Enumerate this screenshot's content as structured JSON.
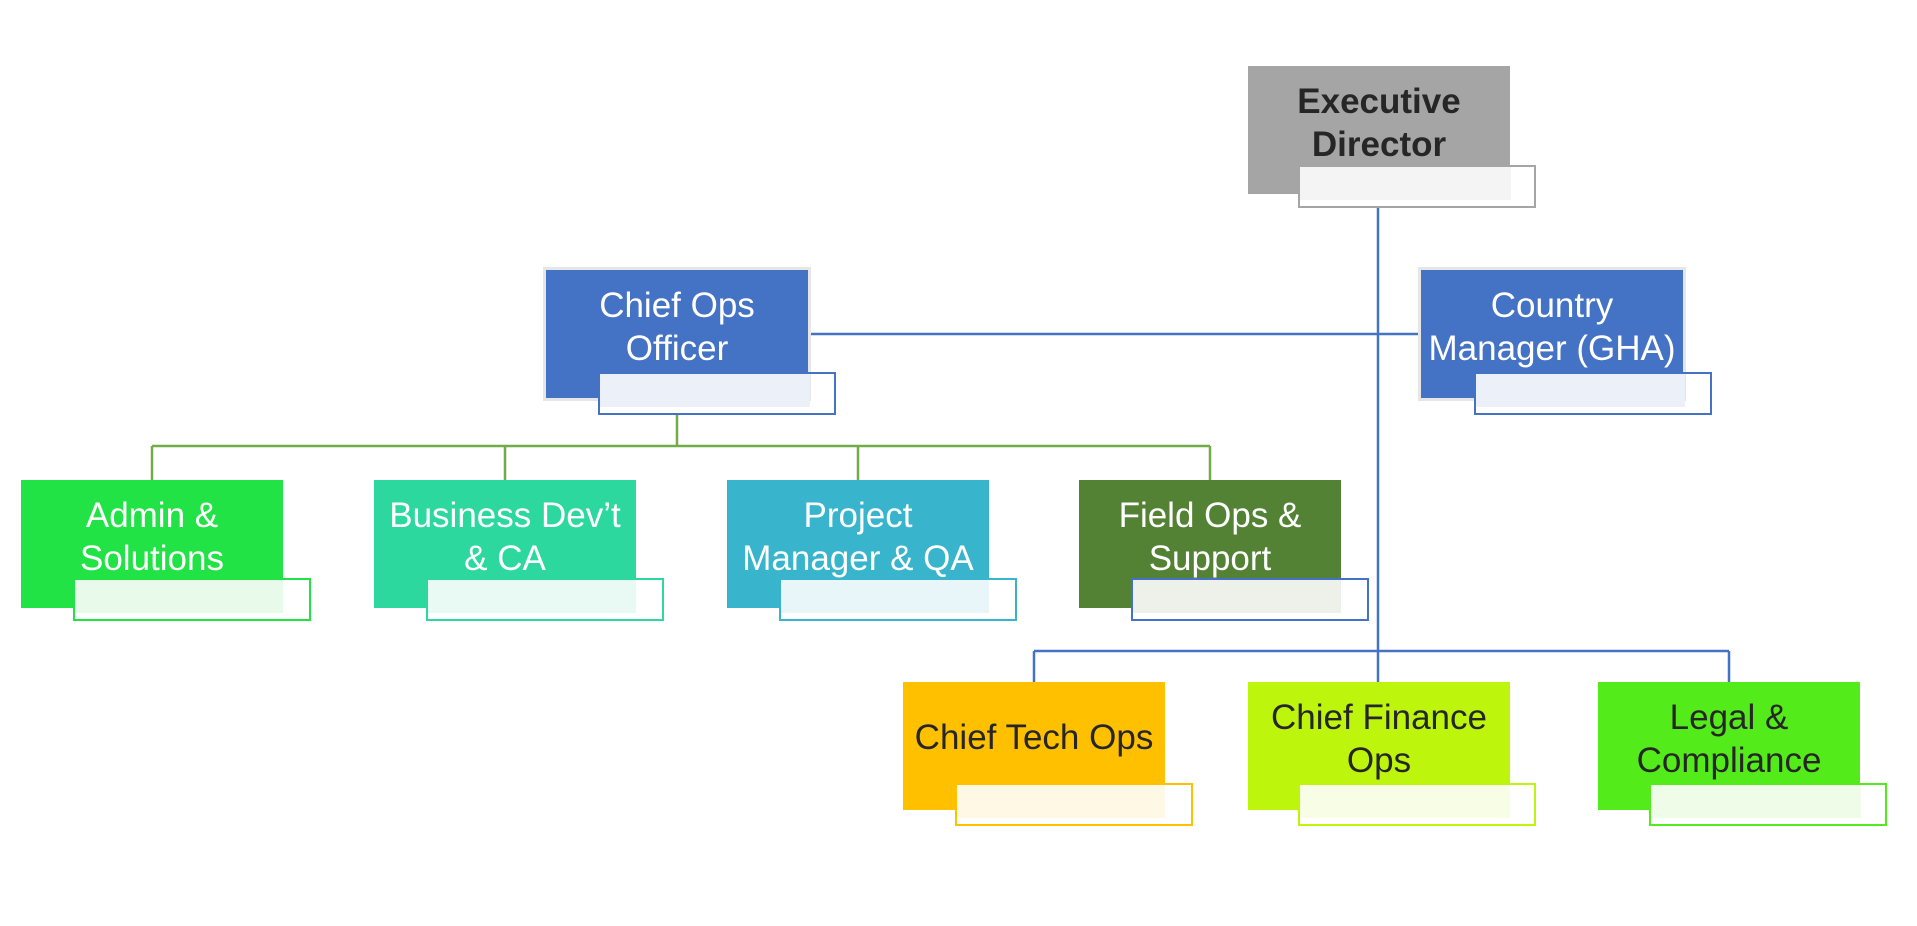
{
  "chart_title": "Organization Chart",
  "nodes": [
    {
      "id": "executive-director",
      "label": "Executive\nDirector",
      "fill": "#a5a5a5",
      "text_color": "#262626",
      "bold": true,
      "accent": "#a5a5a5",
      "sub_fill": "#f4f4f4",
      "parent": null
    },
    {
      "id": "chief-ops-officer",
      "label": "Chief Ops\nOfficer",
      "fill": "#4472c4",
      "text_color": "#ffffff",
      "bold": false,
      "accent": "#4472c4",
      "sub_fill": "#ebf0f9",
      "parent": "executive-director"
    },
    {
      "id": "country-manager-gha",
      "label": "Country\nManager (GHA)",
      "fill": "#4472c4",
      "text_color": "#ffffff",
      "bold": false,
      "accent": "#4472c4",
      "sub_fill": "#ebf0f9",
      "parent": "executive-director"
    },
    {
      "id": "admin-solutions",
      "label": "Admin &\nSolutions",
      "fill": "#22e345",
      "text_color": "#ffffff",
      "bold": false,
      "accent": "#22e345",
      "sub_fill": "#e8fbeb",
      "parent": "chief-ops-officer"
    },
    {
      "id": "business-dev-ca",
      "label": "Business Dev’t\n& CA",
      "fill": "#2dd89f",
      "text_color": "#ffffff",
      "bold": false,
      "accent": "#2dd89f",
      "sub_fill": "#e9faf4",
      "parent": "chief-ops-officer"
    },
    {
      "id": "project-manager-qa",
      "label": "Project\nManager & QA",
      "fill": "#38b5cc",
      "text_color": "#ffffff",
      "bold": false,
      "accent": "#38b5cc",
      "sub_fill": "#e8f6f9",
      "parent": "chief-ops-officer"
    },
    {
      "id": "field-ops-support",
      "label": "Field Ops &\nSupport",
      "fill": "#548235",
      "text_color": "#ffffff",
      "bold": false,
      "accent": "#4472c4",
      "sub_fill": "#edf1e9",
      "parent": "chief-ops-officer"
    },
    {
      "id": "chief-tech-ops",
      "label": "Chief Tech Ops",
      "fill": "#ffc000",
      "text_color": "#262626",
      "bold": false,
      "accent": "#ffc000",
      "sub_fill": "#fff8e5",
      "parent": "executive-director"
    },
    {
      "id": "chief-finance-ops",
      "label": "Chief Finance\nOps",
      "fill": "#bdf50d",
      "text_color": "#262626",
      "bold": false,
      "accent": "#bdf50d",
      "sub_fill": "#f8fde6",
      "parent": "executive-director"
    },
    {
      "id": "legal-compliance",
      "label": "Legal &\nCompliance",
      "fill": "#54eb1a",
      "text_color": "#262626",
      "bold": false,
      "accent": "#54eb1a",
      "sub_fill": "#eefce8",
      "parent": "executive-director"
    }
  ],
  "connector_colors": {
    "executive": "#4472c4",
    "operations": "#70ad47"
  }
}
